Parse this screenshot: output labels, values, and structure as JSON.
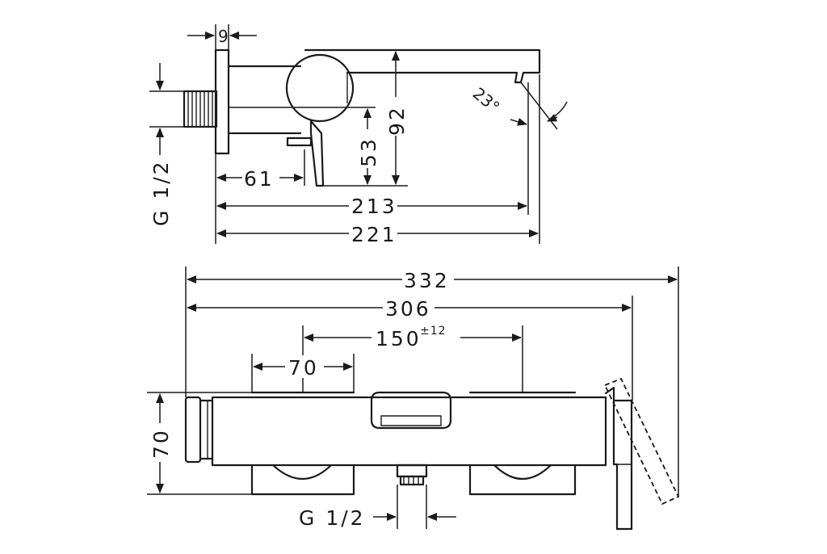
{
  "side_view": {
    "dim_9": "9",
    "dim_92": "92",
    "dim_53": "53",
    "dim_61": "61",
    "dim_213": "213",
    "dim_221": "221",
    "angle_23": "23°",
    "thread_label": "G 1/2"
  },
  "top_view": {
    "dim_332": "332",
    "dim_306": "306",
    "dim_150": "150",
    "dim_150_tol": "±12",
    "dim_70_h": "70",
    "dim_70_v": "70",
    "thread_label": "G 1/2"
  }
}
